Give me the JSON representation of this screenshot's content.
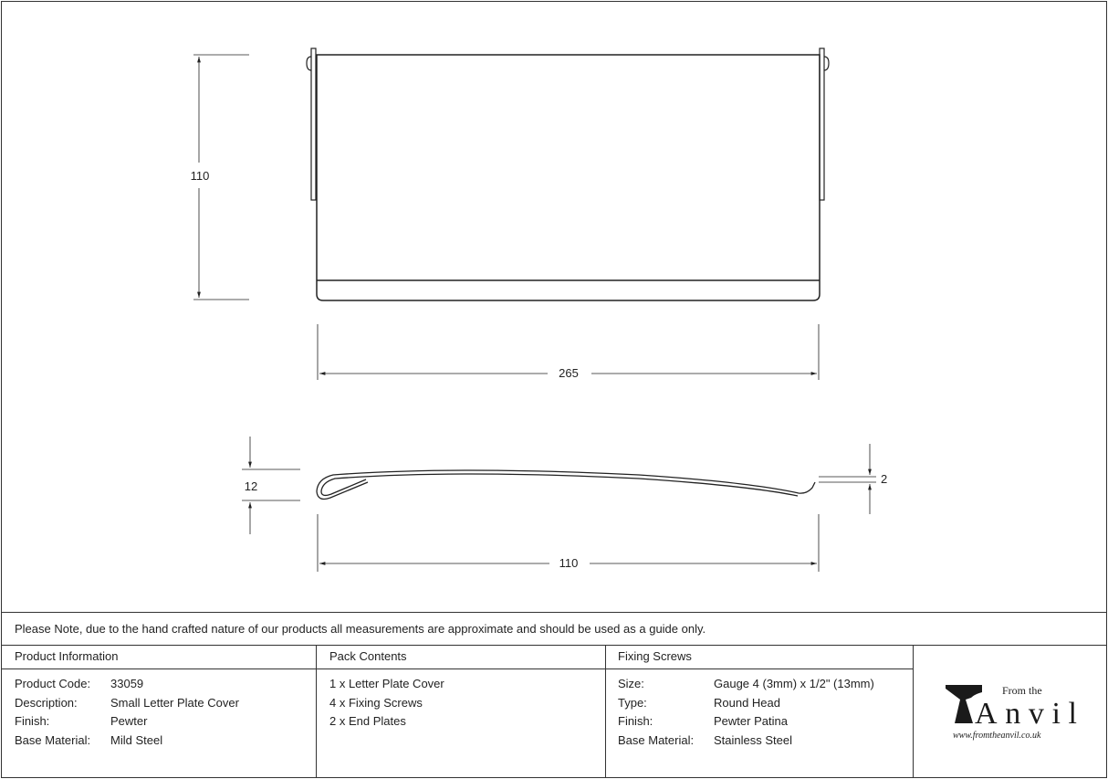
{
  "drawing": {
    "dimensions": {
      "front_height": "110",
      "front_width": "265",
      "side_height": "12",
      "side_tip": "2",
      "side_depth": "110"
    }
  },
  "note": "Please Note, due to the hand crafted nature of our products all measurements are approximate and should be used as a guide only.",
  "product_info": {
    "header": "Product Information",
    "rows": [
      {
        "label": "Product Code:",
        "value": "33059"
      },
      {
        "label": "Description:",
        "value": "Small Letter Plate Cover"
      },
      {
        "label": "Finish:",
        "value": "Pewter"
      },
      {
        "label": "Base Material:",
        "value": "Mild Steel"
      }
    ]
  },
  "pack_contents": {
    "header": "Pack Contents",
    "items": [
      "1 x Letter Plate Cover",
      "4 x Fixing Screws",
      "2 x End Plates"
    ]
  },
  "fixing_screws": {
    "header": "Fixing Screws",
    "rows": [
      {
        "label": "Size:",
        "value": "Gauge 4 (3mm) x 1/2\" (13mm)"
      },
      {
        "label": "Type:",
        "value": "Round Head"
      },
      {
        "label": "Finish:",
        "value": "Pewter Patina"
      },
      {
        "label": "Base Material:",
        "value": "Stainless Steel"
      }
    ]
  },
  "logo": {
    "from_the": "From the",
    "brand": "Anvil",
    "url": "www.fromtheanvil.co.uk"
  }
}
